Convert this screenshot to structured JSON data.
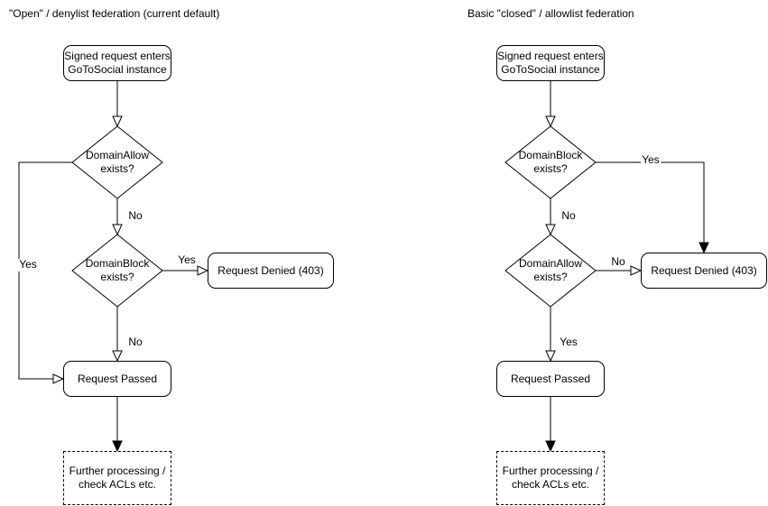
{
  "left": {
    "title": "\"Open\" / denylist federation (current default)",
    "nodes": {
      "start": "Signed request enters\nGoToSocial instance",
      "decision_allow": "DomainAllow\nexists?",
      "decision_block": "DomainBlock\nexists?",
      "denied": "Request Denied (403)",
      "passed": "Request Passed",
      "further": "Further processing /\ncheck ACLs etc."
    },
    "labels": {
      "allow_no": "No",
      "allow_yes": "Yes",
      "block_yes": "Yes",
      "block_no": "No"
    }
  },
  "right": {
    "title": "Basic \"closed\" / allowlist federation",
    "nodes": {
      "start": "Signed request enters\nGoToSocial instance",
      "decision_block": "DomainBlock\nexists?",
      "decision_allow": "DomainAllow\nexists?",
      "denied": "Request Denied (403)",
      "passed": "Request Passed",
      "further": "Further processing /\ncheck ACLs etc."
    },
    "labels": {
      "block_no": "No",
      "block_yes": "Yes",
      "allow_no": "No",
      "allow_yes": "Yes"
    }
  },
  "colors": {
    "stroke": "#000000",
    "text": "#000000",
    "background": "#ffffff"
  }
}
